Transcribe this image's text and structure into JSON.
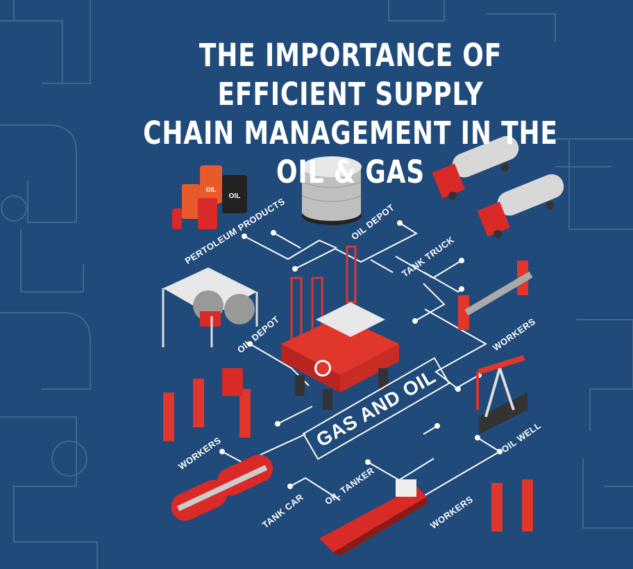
{
  "title": {
    "line1": "THE IMPORTANCE OF EFFICIENT SUPPLY",
    "line2": "CHAIN MANAGEMENT IN THE OIL & GAS"
  },
  "center_label": "GAS AND OIL",
  "nodes": {
    "petroleum_products": "PERTOLEUM PRODUCTS",
    "oil_depot_top": "OIL DEPOT",
    "tank_truck": "TANK TRUCK",
    "workers_right": "WORKERS",
    "oil_depot_left": "OIL DEPOT",
    "oil_well": "OIL WELL",
    "workers_left": "WORKERS",
    "tank_car": "TANK CAR",
    "oil_tanker": "OIL TANKER",
    "workers_bottom": "WORKERS"
  },
  "illustration_text": {
    "barrel": "OIL",
    "canister": "OIL"
  },
  "colors": {
    "background": "#1f4a7a",
    "accent": "#e0362c",
    "line": "#ffffff"
  }
}
